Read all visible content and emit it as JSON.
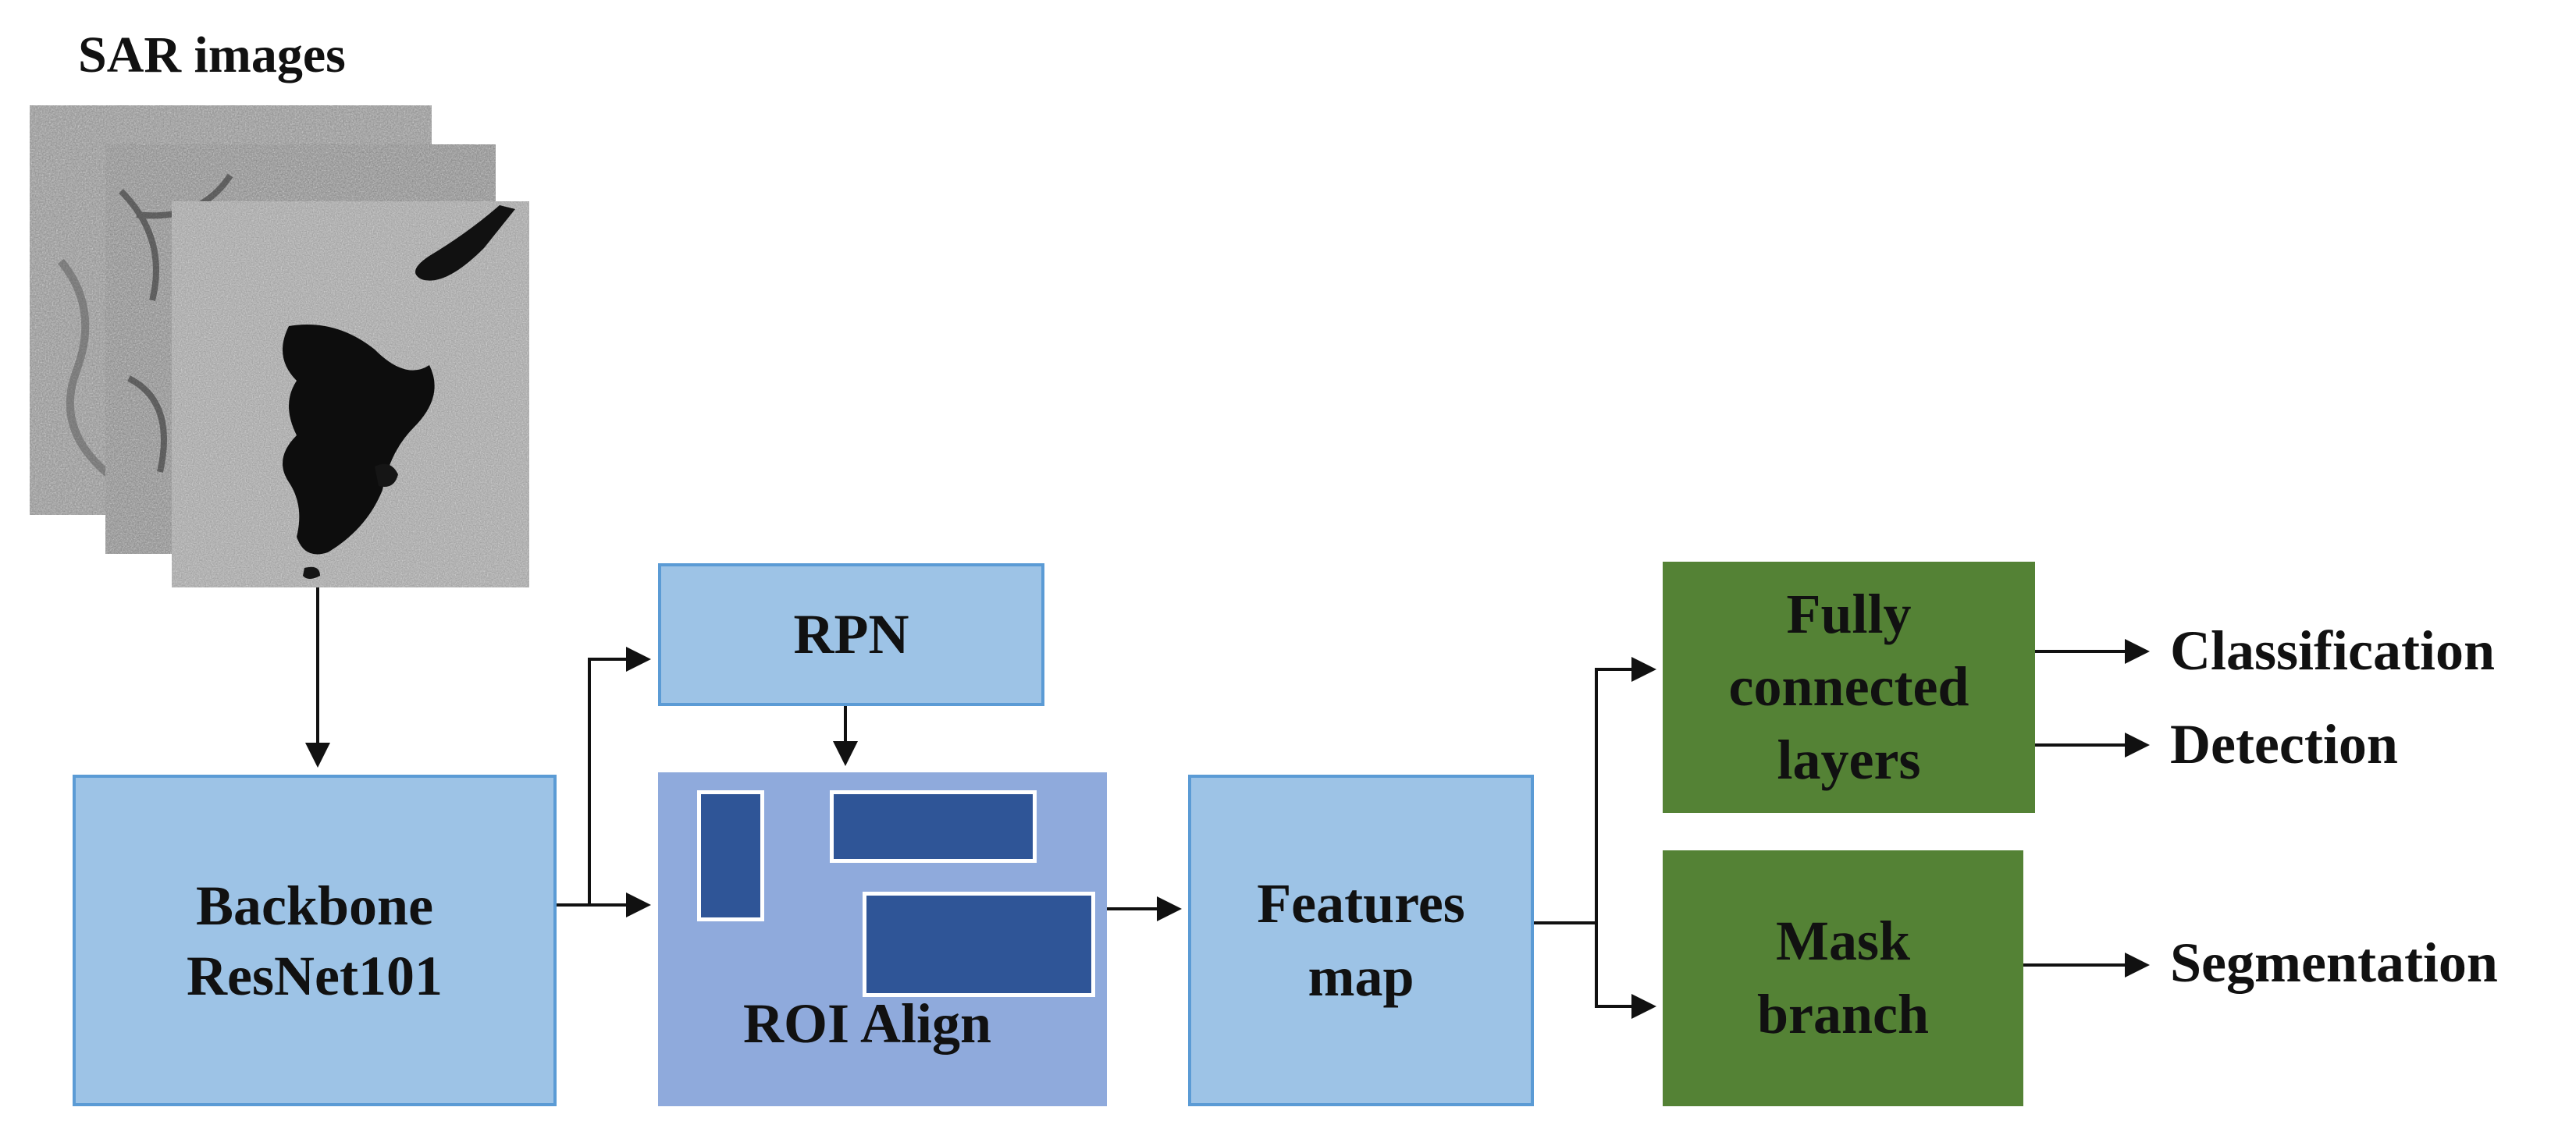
{
  "diagram": {
    "input_title": "SAR images",
    "nodes": {
      "backbone": [
        "Backbone",
        "ResNet101"
      ],
      "rpn": "RPN",
      "roi_align": "ROI Align",
      "features_map": [
        "Features",
        "map"
      ],
      "fully_connected": [
        "Fully",
        "connected",
        "layers"
      ],
      "mask_branch": [
        "Mask",
        "branch"
      ]
    },
    "outputs": {
      "classification": "Classification",
      "detection": "Detection",
      "segmentation": "Segmentation"
    },
    "colors": {
      "blue_fill": "#9dc3e6",
      "blue_border": "#5b9bd5",
      "roi_fill": "#8faadc",
      "roi_rect": "#2f5597",
      "green_fill": "#548235"
    }
  }
}
